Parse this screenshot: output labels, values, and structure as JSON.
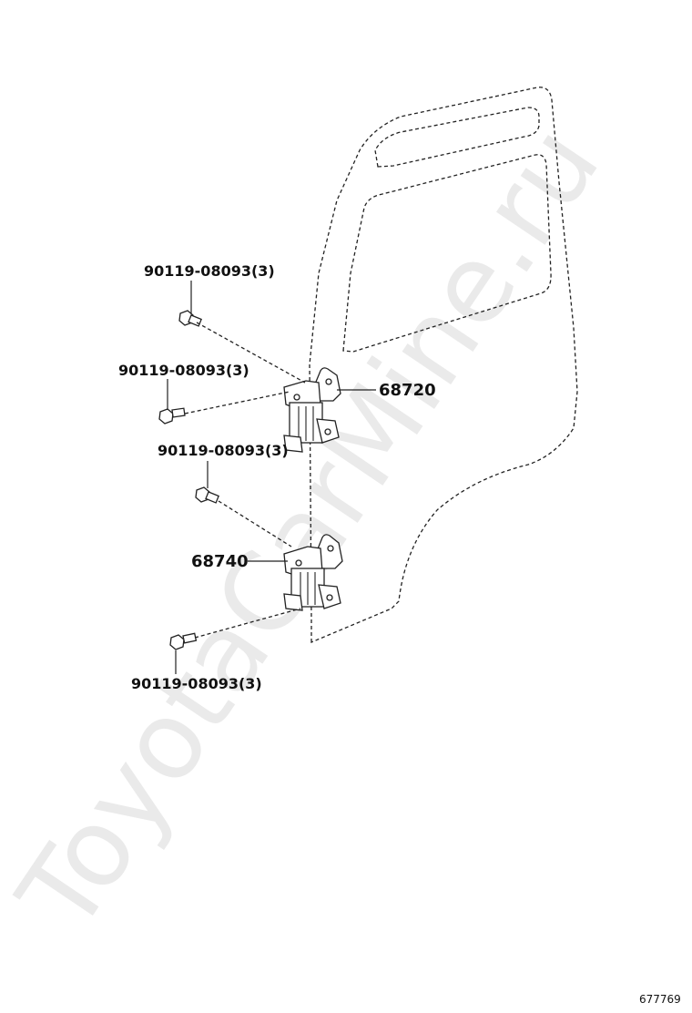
{
  "watermark": "ToyotaCarMine.ru",
  "diagram_id": "677769",
  "parts": {
    "hinge_upper": "68720",
    "hinge_lower": "68740"
  },
  "bolts": [
    {
      "label": "90119-08093(3)"
    },
    {
      "label": "90119-08093(3)"
    },
    {
      "label": "90119-08093(3)"
    },
    {
      "label": "90119-08093(3)"
    }
  ]
}
